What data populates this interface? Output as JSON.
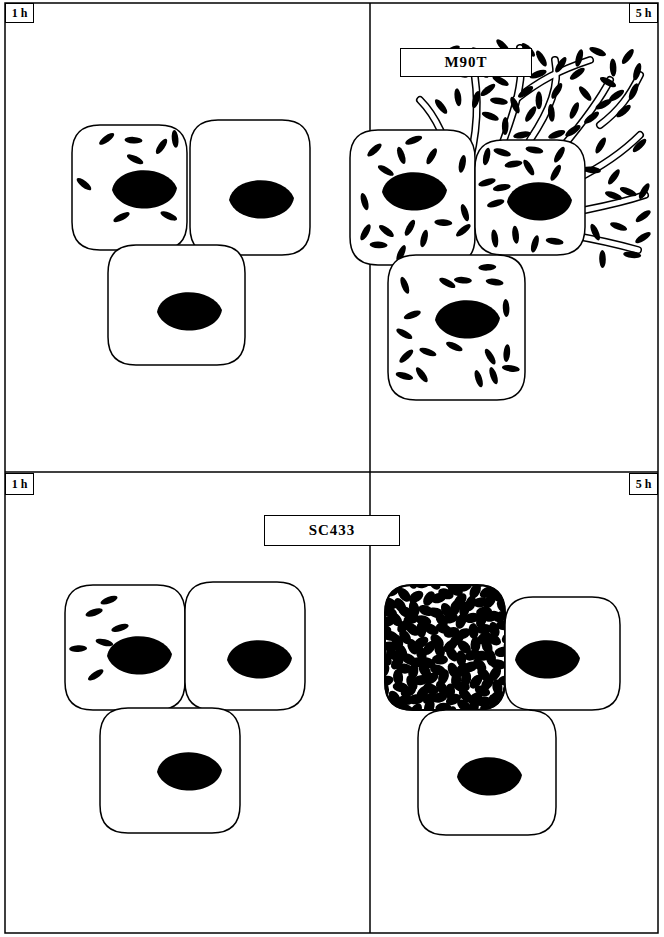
{
  "diagram": {
    "nodes": [
      {
        "text": [
          "1 h"
        ]
      },
      {
        "text": [
          "5 h"
        ]
      },
      {
        "text": [
          "M90T"
        ]
      },
      {
        "text": [
          "1 h"
        ]
      },
      {
        "text": [
          "5 h"
        ]
      },
      {
        "text": [
          "SC433"
        ]
      }
    ]
  }
}
